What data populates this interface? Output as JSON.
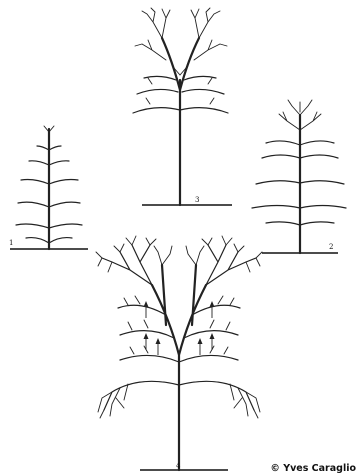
{
  "figures": [
    {
      "label": "1"
    },
    {
      "label": "2"
    },
    {
      "label": "3"
    },
    {
      "label": "4"
    }
  ],
  "copyright": "© Yves Caraglio",
  "colors": {
    "ink": "#222222",
    "background": "#ffffff"
  }
}
